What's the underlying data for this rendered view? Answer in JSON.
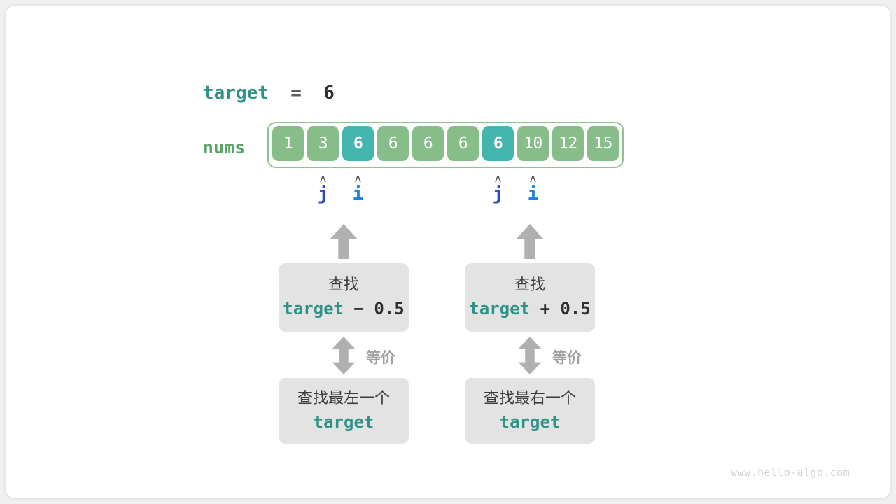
{
  "diagram": {
    "title_expr": {
      "var": "target",
      "op": "=",
      "value": "6"
    },
    "array_label": "nums",
    "array": {
      "values": [
        "1",
        "3",
        "6",
        "6",
        "6",
        "6",
        "6",
        "10",
        "12",
        "15"
      ],
      "highlighted_indices": [
        2,
        6
      ]
    },
    "pointers": [
      {
        "name": "j",
        "caret": "ʌ",
        "index": 1
      },
      {
        "name": "i",
        "caret": "ʌ",
        "index": 2
      },
      {
        "name": "j",
        "caret": "ʌ",
        "index": 6
      },
      {
        "name": "i",
        "caret": "ʌ",
        "index": 7
      }
    ],
    "branches": [
      {
        "top_box": {
          "line1": "查找",
          "code_var": "target",
          "code_rest": " − 0.5"
        },
        "equiv_label": "等价",
        "bottom_box": {
          "line1": "查找最左一个",
          "code_var": "target",
          "code_rest": ""
        }
      },
      {
        "top_box": {
          "line1": "查找",
          "code_var": "target",
          "code_rest": " + 0.5"
        },
        "equiv_label": "等价",
        "bottom_box": {
          "line1": "查找最右一个",
          "code_var": "target",
          "code_rest": ""
        }
      }
    ],
    "watermark": "www.hello-algo.com",
    "colors": {
      "cell_green": "#86bd88",
      "cell_teal": "#45b6ad",
      "frame_green": "#8cc48e",
      "label_green": "#5aa464",
      "code_teal": "#2f9287",
      "pointer_j_blue": "#2b47c8",
      "pointer_i_blue": "#1a7fe0",
      "box_grey": "#e3e3e3",
      "arrow_grey": "#b0b0b0"
    }
  }
}
